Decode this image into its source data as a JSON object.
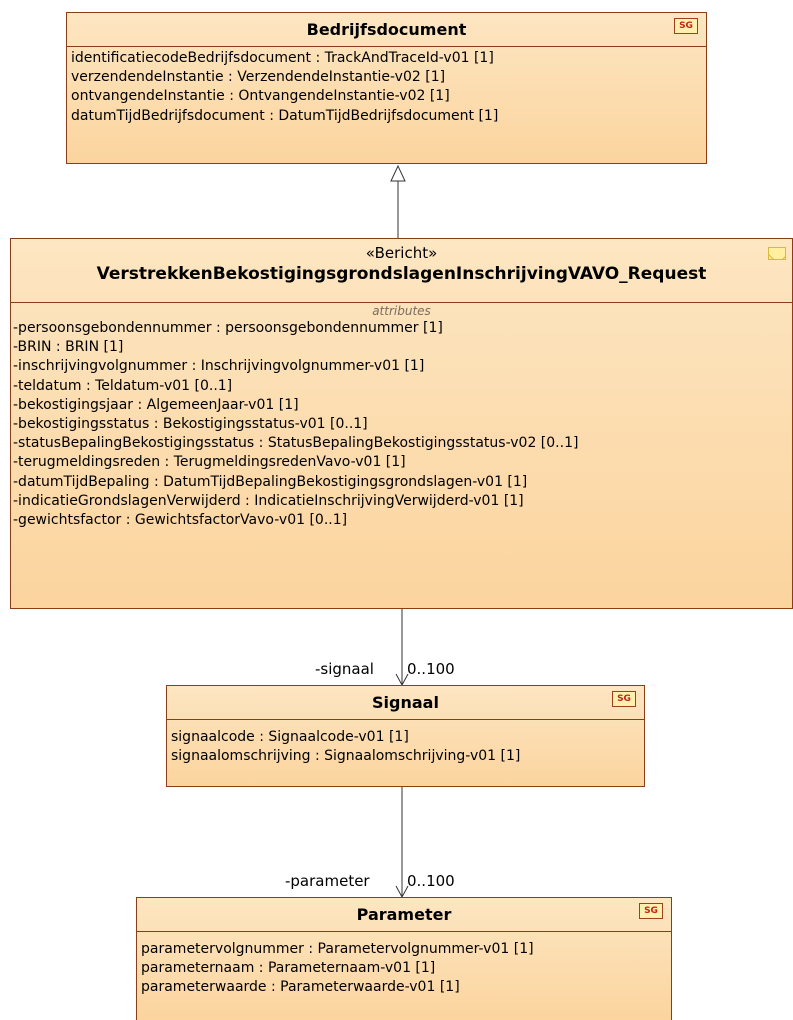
{
  "classes": {
    "bedrijfsdocument": {
      "name": "Bedrijfsdocument",
      "badge": "SG",
      "attributes": [
        "identificatiecodeBedrijfsdocument : TrackAndTraceId-v01 [1]",
        "verzendendeInstantie : VerzendendeInstantie-v02 [1]",
        "ontvangendeInstantie : OntvangendeInstantie-v02 [1]",
        "datumTijdBedrijfsdocument : DatumTijdBedrijfsdocument [1]"
      ]
    },
    "request": {
      "stereotype": "«Bericht»",
      "name": "VerstrekkenBekostigingsgrondslagenInschrijvingVAVO_Request",
      "section_label": "attributes",
      "icon": "envelope-icon",
      "attributes": [
        "-persoonsgebondennummer : persoonsgebondennummer [1]",
        "-BRIN : BRIN [1]",
        "-inschrijvingvolgnummer : Inschrijvingvolgnummer-v01 [1]",
        "-teldatum : Teldatum-v01 [0..1]",
        "-bekostigingsjaar : AlgemeenJaar-v01 [1]",
        "-bekostigingsstatus : Bekostigingsstatus-v01 [0..1]",
        "-statusBepalingBekostigingsstatus : StatusBepalingBekostigingsstatus-v02 [0..1]",
        "-terugmeldingsreden : TerugmeldingsredenVavo-v01 [1]",
        "-datumTijdBepaling : DatumTijdBepalingBekostigingsgrondslagen-v01 [1]",
        "-indicatieGrondslagenVerwijderd : IndicatieInschrijvingVerwijderd-v01 [1]",
        "-gewichtsfactor : GewichtsfactorVavo-v01 [0..1]"
      ]
    },
    "signaal": {
      "name": "Signaal",
      "badge": "SG",
      "attributes": [
        "signaalcode : Signaalcode-v01 [1]",
        "signaalomschrijving : Signaalomschrijving-v01 [1]"
      ]
    },
    "parameter": {
      "name": "Parameter",
      "badge": "SG",
      "attributes": [
        "parametervolgnummer : Parametervolgnummer-v01 [1]",
        "parameternaam : Parameternaam-v01 [1]",
        "parameterwaarde : Parameterwaarde-v01 [1]"
      ]
    }
  },
  "associations": {
    "signaal": {
      "role": "-signaal",
      "multiplicity": "0..100"
    },
    "parameter": {
      "role": "-parameter",
      "multiplicity": "0..100"
    }
  },
  "colors": {
    "fill_top": "#fde6c2",
    "fill_bottom": "#fbd49e",
    "border": "#8b3d16"
  }
}
